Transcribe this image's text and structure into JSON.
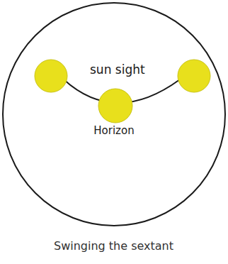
{
  "diagram": {
    "caption": "Swinging the sextant",
    "nodes": [
      {
        "text": [
          "Horizon"
        ]
      }
    ],
    "labels": [
      "sun sight"
    ]
  }
}
